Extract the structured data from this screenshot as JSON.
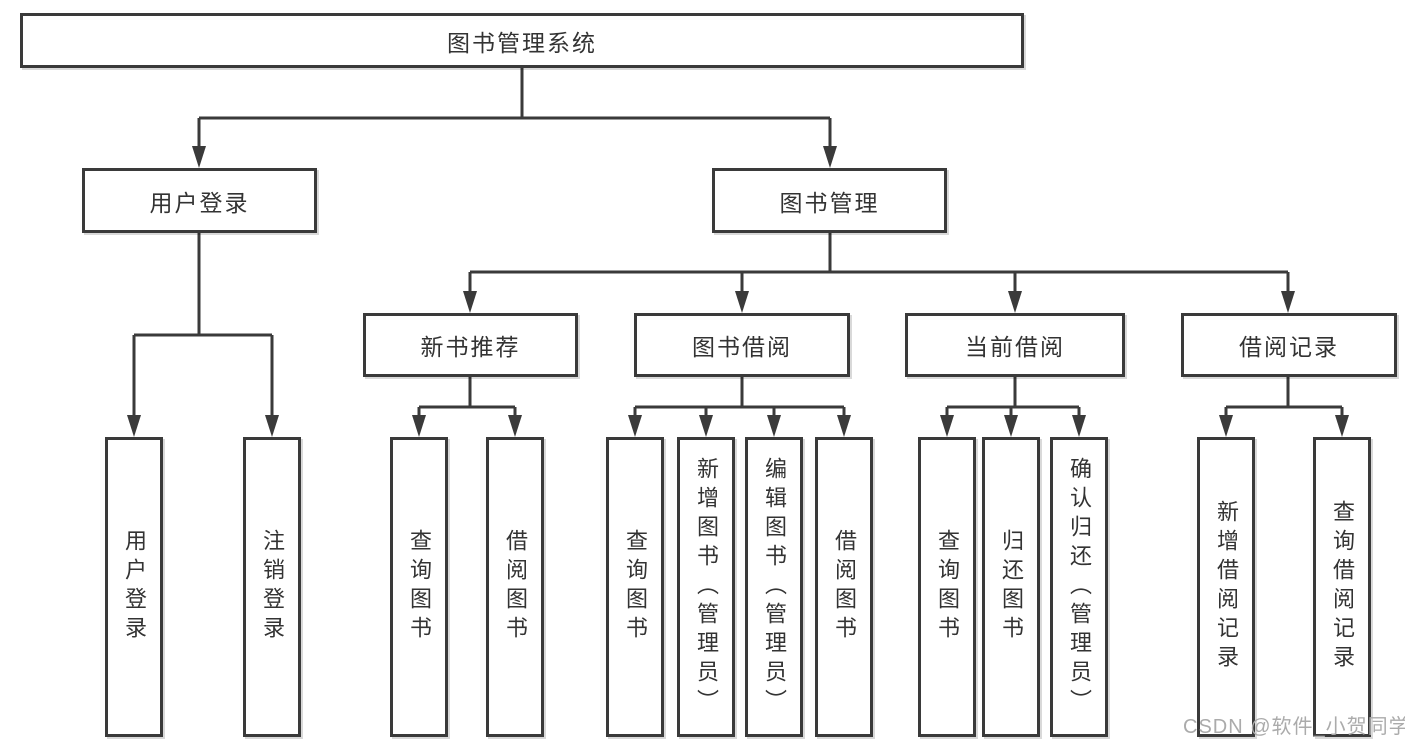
{
  "tree": {
    "label": "图书管理系统",
    "children": [
      {
        "label": "用户登录",
        "children": [
          {
            "label": "用户登录"
          },
          {
            "label": "注销登录"
          }
        ]
      },
      {
        "label": "图书管理",
        "children": [
          {
            "label": "新书推荐",
            "children": [
              {
                "label": "查询图书"
              },
              {
                "label": "借阅图书"
              }
            ]
          },
          {
            "label": "图书借阅",
            "children": [
              {
                "label": "查询图书"
              },
              {
                "label": "新增图书（管理员）"
              },
              {
                "label": "编辑图书（管理员）"
              },
              {
                "label": "借阅图书"
              }
            ]
          },
          {
            "label": "当前借阅",
            "children": [
              {
                "label": "查询图书"
              },
              {
                "label": "归还图书"
              },
              {
                "label": "确认归还（管理员）"
              }
            ]
          },
          {
            "label": "借阅记录",
            "children": [
              {
                "label": "新增借阅记录"
              },
              {
                "label": "查询借阅记录"
              }
            ]
          }
        ]
      }
    ]
  },
  "watermark": {
    "text": "CSDN @软件_小贺同学"
  },
  "colors": {
    "line": "#3a3a3a",
    "text": "#333333",
    "box_fill": "#ffffff",
    "background": "#ffffff",
    "watermark": "#ababab"
  }
}
